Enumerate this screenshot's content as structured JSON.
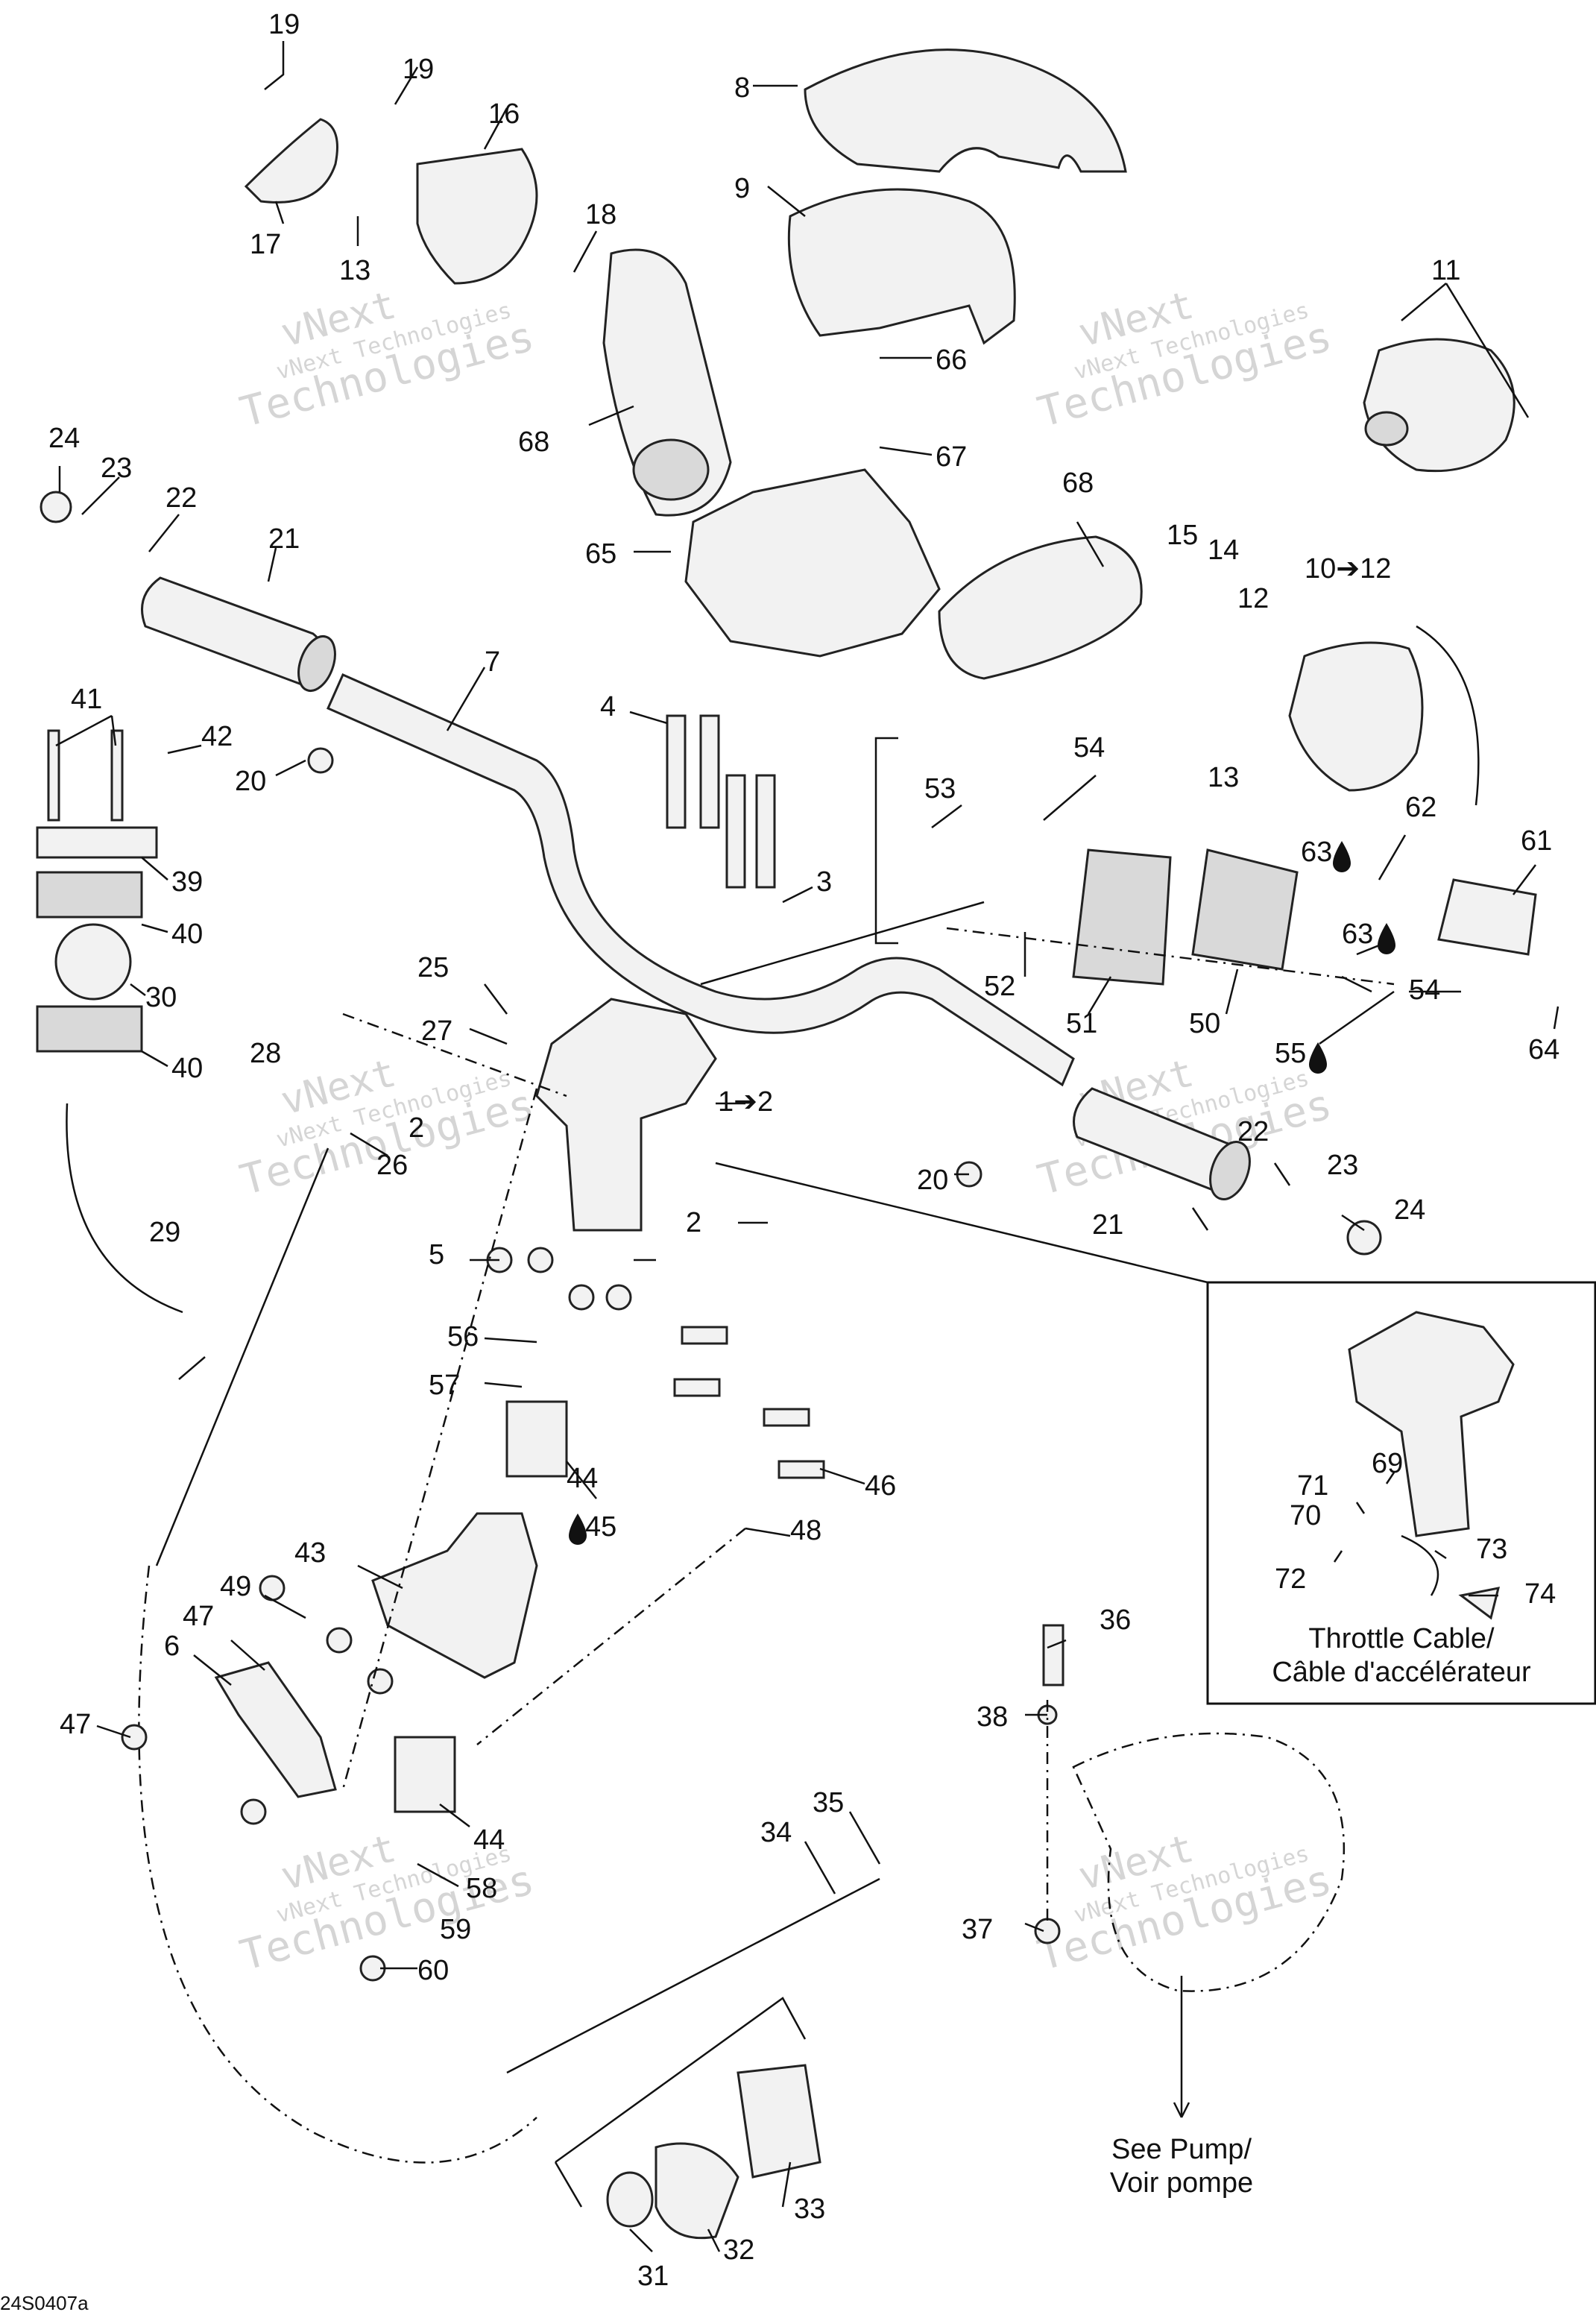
{
  "diagram_code": "24S0407a",
  "watermark": {
    "line1": "vNext",
    "line2": "vNext Technologies",
    "line3": "Technologies"
  },
  "inset": {
    "caption_line1": "Throttle Cable/",
    "caption_line2": "Câble d'accélérateur"
  },
  "pump_note": {
    "line1": "See Pump/",
    "line2": "Voir pompe"
  },
  "callouts": [
    "1➔2",
    "2",
    "3",
    "4",
    "5",
    "6",
    "7",
    "8",
    "9",
    "10➔12",
    "11",
    "12",
    "13",
    "14",
    "15",
    "16",
    "17",
    "18",
    "19",
    "20",
    "21",
    "22",
    "23",
    "24",
    "25",
    "26",
    "27",
    "28",
    "29",
    "30",
    "31",
    "32",
    "33",
    "34",
    "35",
    "36",
    "37",
    "38",
    "39",
    "40",
    "41",
    "42",
    "43",
    "44",
    "45",
    "46",
    "47",
    "48",
    "49",
    "50",
    "51",
    "52",
    "53",
    "54",
    "55",
    "56",
    "57",
    "58",
    "59",
    "60",
    "61",
    "62",
    "63",
    "64",
    "65",
    "66",
    "67",
    "68",
    "69",
    "70",
    "71",
    "72",
    "73",
    "74"
  ]
}
